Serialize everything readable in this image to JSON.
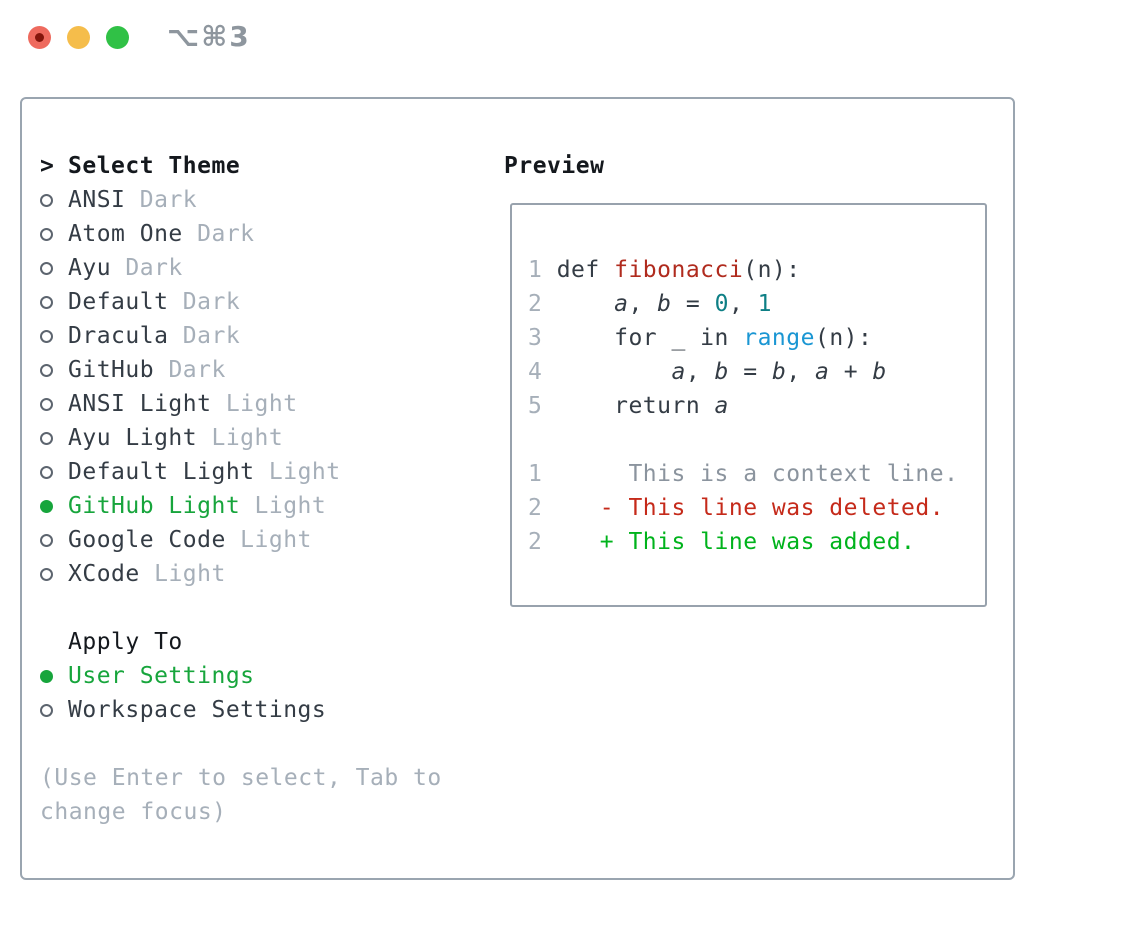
{
  "titlebar": {
    "shortcut": "⌥⌘3",
    "traffic_lights": {
      "close": "#ee6a5e",
      "close_dot": "#83150b",
      "minimize": "#f5bd4b",
      "zoom": "#30c146"
    }
  },
  "theme_selector": {
    "prompt": ">",
    "header": "Select Theme",
    "items": [
      {
        "name": "ANSI",
        "variant": "Dark",
        "selected": false
      },
      {
        "name": "Atom One",
        "variant": "Dark",
        "selected": false
      },
      {
        "name": "Ayu",
        "variant": "Dark",
        "selected": false
      },
      {
        "name": "Default",
        "variant": "Dark",
        "selected": false
      },
      {
        "name": "Dracula",
        "variant": "Dark",
        "selected": false
      },
      {
        "name": "GitHub",
        "variant": "Dark",
        "selected": false
      },
      {
        "name": "ANSI Light",
        "variant": "Light",
        "selected": false
      },
      {
        "name": "Ayu Light",
        "variant": "Light",
        "selected": false
      },
      {
        "name": "Default Light",
        "variant": "Light",
        "selected": false
      },
      {
        "name": "GitHub Light",
        "variant": "Light",
        "selected": true
      },
      {
        "name": "Google Code",
        "variant": "Light",
        "selected": false
      },
      {
        "name": "XCode",
        "variant": "Light",
        "selected": false
      }
    ]
  },
  "apply_to": {
    "header": "Apply To",
    "options": [
      {
        "label": "User Settings",
        "selected": true
      },
      {
        "label": "Workspace Settings",
        "selected": false
      }
    ]
  },
  "hints": [
    "(Use Enter to select, Tab to",
    "change focus)"
  ],
  "preview": {
    "header": "Preview",
    "lines": [
      [
        {
          "s": "num",
          "t": "1 "
        },
        {
          "s": "plain",
          "t": "def "
        },
        {
          "s": "fn",
          "t": "fibonacci"
        },
        {
          "s": "plain",
          "t": "(n):"
        }
      ],
      [
        {
          "s": "num",
          "t": "2"
        },
        {
          "s": "plain",
          "t": "     "
        },
        {
          "s": "var",
          "t": "a"
        },
        {
          "s": "plain",
          "t": ", "
        },
        {
          "s": "var",
          "t": "b"
        },
        {
          "s": "plain",
          "t": " = "
        },
        {
          "s": "lit",
          "t": "0"
        },
        {
          "s": "plain",
          "t": ", "
        },
        {
          "s": "lit",
          "t": "1"
        }
      ],
      [
        {
          "s": "num",
          "t": "3"
        },
        {
          "s": "plain",
          "t": "     for _ in "
        },
        {
          "s": "builtin",
          "t": "range"
        },
        {
          "s": "plain",
          "t": "(n):"
        }
      ],
      [
        {
          "s": "num",
          "t": "4"
        },
        {
          "s": "plain",
          "t": "         "
        },
        {
          "s": "var",
          "t": "a"
        },
        {
          "s": "plain",
          "t": ", "
        },
        {
          "s": "var",
          "t": "b"
        },
        {
          "s": "plain",
          "t": " = "
        },
        {
          "s": "var",
          "t": "b"
        },
        {
          "s": "plain",
          "t": ", "
        },
        {
          "s": "var",
          "t": "a"
        },
        {
          "s": "plain",
          "t": " + "
        },
        {
          "s": "var",
          "t": "b"
        }
      ],
      [
        {
          "s": "num",
          "t": "5"
        },
        {
          "s": "plain",
          "t": "     return "
        },
        {
          "s": "var",
          "t": "a"
        }
      ],
      [],
      [
        {
          "s": "num",
          "t": "1"
        },
        {
          "s": "ctx",
          "t": "      This is a context line."
        }
      ],
      [
        {
          "s": "num",
          "t": "2"
        },
        {
          "s": "plain",
          "t": "    "
        },
        {
          "s": "del",
          "t": "- This line was deleted."
        }
      ],
      [
        {
          "s": "num",
          "t": "2"
        },
        {
          "s": "plain",
          "t": "    "
        },
        {
          "s": "add",
          "t": "+ This line was added."
        }
      ]
    ]
  },
  "colors": {
    "selected_green": "#17a53c",
    "diff_added_green": "#00b31c",
    "diff_deleted_red": "#c52a1a",
    "function_red": "#b02b1e",
    "builtin_blue": "#1a96d3",
    "literal_teal": "#0e7f85",
    "context_gray": "#8b949e",
    "muted_gray": "#a6afb9",
    "panel_border": "#9aa5b0"
  }
}
